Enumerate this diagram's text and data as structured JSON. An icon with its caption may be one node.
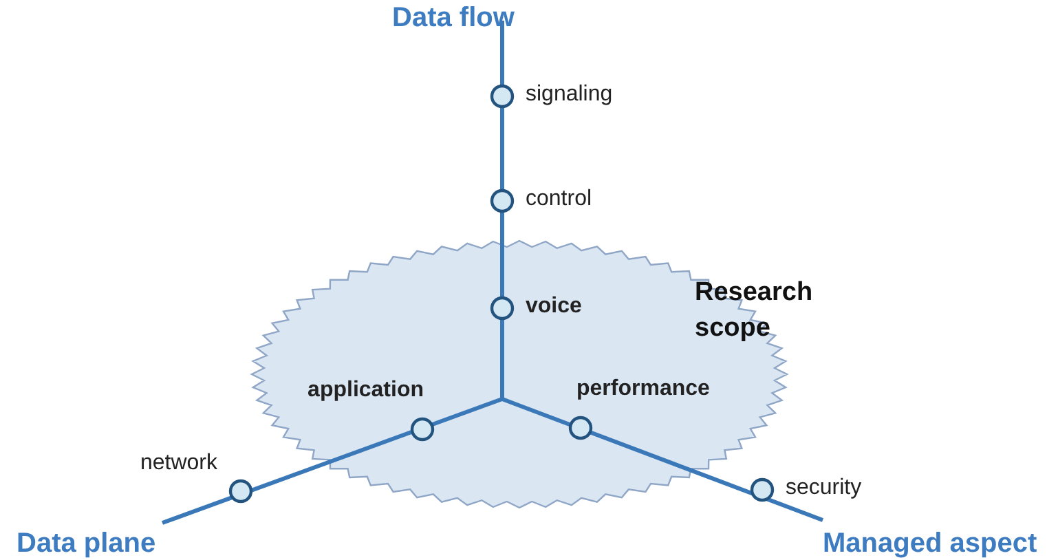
{
  "diagram": {
    "nodes": [
      {
        "text": [],
        "shape": "circle",
        "beside": [
          "signaling"
        ]
      },
      {
        "text": [],
        "shape": "circle",
        "beside": [
          "control"
        ]
      },
      {
        "text": [
          "Research scope"
        ]
      },
      {
        "text": [],
        "shape": "circle",
        "beside": [
          "voice"
        ],
        "in": 2
      },
      {
        "text": [],
        "shape": "circle",
        "beside": [
          "application"
        ],
        "in": 2
      },
      {
        "text": [],
        "shape": "circle",
        "beside": [
          "performance"
        ],
        "in": 2
      },
      {
        "text": [],
        "shape": "circle",
        "beside": [
          "network"
        ]
      },
      {
        "text": [],
        "shape": "circle",
        "beside": [
          "security"
        ]
      }
    ],
    "labels": [
      "Data flow",
      "Data plane",
      "Managed aspect"
    ]
  }
}
